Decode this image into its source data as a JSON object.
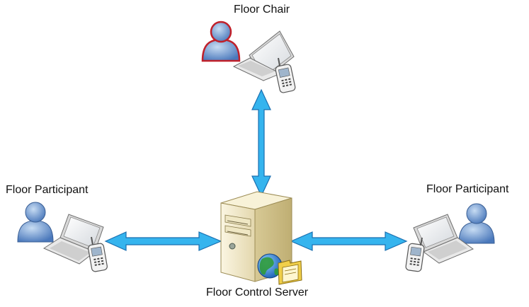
{
  "labels": {
    "chair": "Floor Chair",
    "participant_left": "Floor Participant",
    "participant_right": "Floor Participant",
    "server": "Floor Control Server"
  },
  "icons": {
    "chair_person": "person-icon",
    "participant_person": "person-icon",
    "laptop": "laptop-icon",
    "phone": "mobile-phone-icon",
    "server": "server-tower-icon",
    "globe": "globe-icon",
    "folder": "folder-icon",
    "arrow": "double-arrow-icon"
  },
  "colors": {
    "arrow": "#35b4ee",
    "arrow_outline": "#1a6fb0",
    "person_blue": "#5b86c5",
    "chair_outline": "#c0202a",
    "server_body": "#efe6c6"
  },
  "connections": [
    {
      "from": "Floor Control Server",
      "to": "Floor Chair"
    },
    {
      "from": "Floor Control Server",
      "to": "Floor Participant (left)"
    },
    {
      "from": "Floor Control Server",
      "to": "Floor Participant (right)"
    }
  ]
}
